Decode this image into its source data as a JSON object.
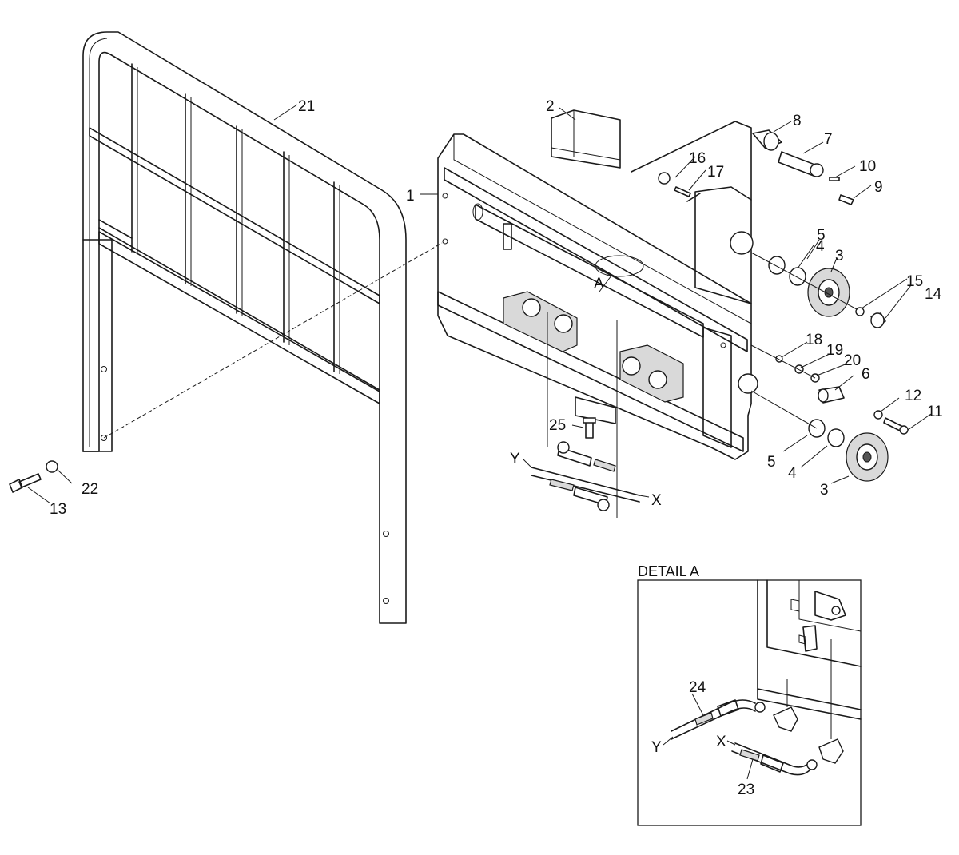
{
  "part_labels": {
    "p1": "1",
    "p2": "2",
    "p3a": "3",
    "p3b": "3",
    "p4a": "4",
    "p4b": "4",
    "p5a": "5",
    "p5b": "5",
    "p6": "6",
    "p7": "7",
    "p8": "8",
    "p9": "9",
    "p10": "10",
    "p11": "11",
    "p12": "12",
    "p13": "13",
    "p14": "14",
    "p15": "15",
    "p16": "16",
    "p17": "17",
    "p18": "18",
    "p19": "19",
    "p20": "20",
    "p21": "21",
    "p22": "22",
    "p23": "23",
    "p24": "24",
    "p25": "25"
  },
  "markers": {
    "detail_ref": "A",
    "hose_x_main": "X",
    "hose_y_main": "Y",
    "hose_x_detail": "X",
    "hose_y_detail": "Y"
  },
  "detail": {
    "title": "DETAIL A"
  }
}
